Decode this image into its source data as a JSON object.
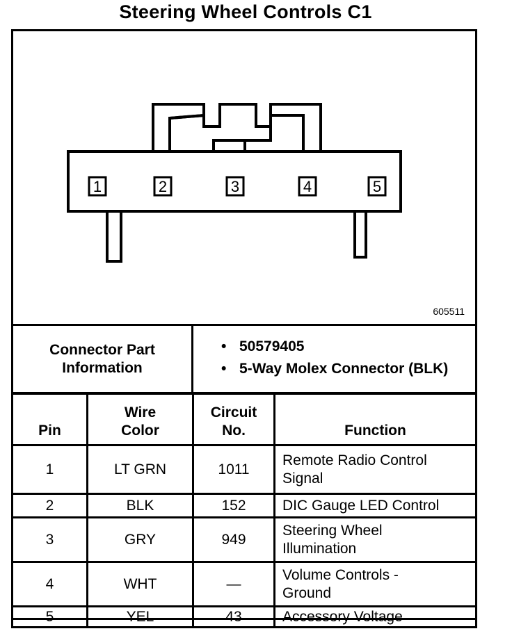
{
  "title": "Steering Wheel Controls C1",
  "figure_id": "605511",
  "connector": {
    "pins": [
      "1",
      "2",
      "3",
      "4",
      "5"
    ]
  },
  "connector_part_info": {
    "label": "Connector Part Information",
    "values": [
      "50579405",
      "5-Way Molex Connector (BLK)"
    ]
  },
  "pin_table": {
    "headers": [
      "Pin",
      "Wire Color",
      "Circuit No.",
      "Function"
    ],
    "rows": [
      {
        "pin": "1",
        "wire_color": "LT GRN",
        "circuit": "1011",
        "function": "Remote Radio Control Signal"
      },
      {
        "pin": "2",
        "wire_color": "BLK",
        "circuit": "152",
        "function": "DIC Gauge LED Control"
      },
      {
        "pin": "3",
        "wire_color": "GRY",
        "circuit": "949",
        "function": "Steering Wheel Illumination"
      },
      {
        "pin": "4",
        "wire_color": "WHT",
        "circuit": "—",
        "function": "Volume Controls - Ground"
      },
      {
        "pin": "5",
        "wire_color": "YEL",
        "circuit": "43",
        "function": "Accessory Voltage"
      }
    ]
  }
}
